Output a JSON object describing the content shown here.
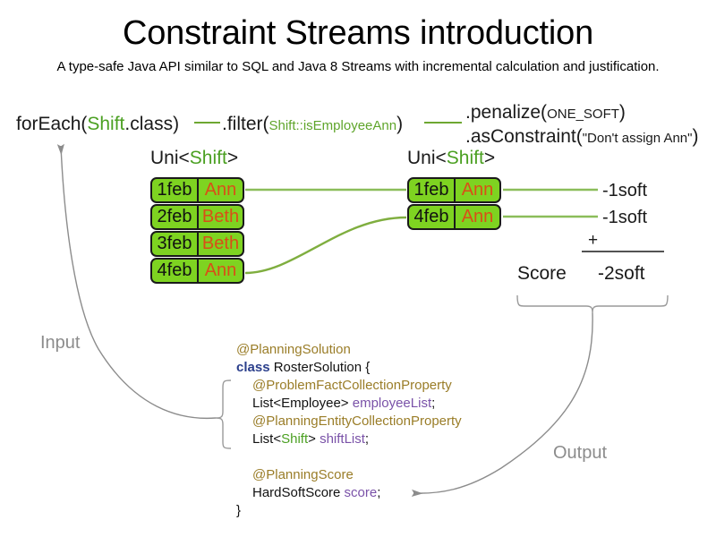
{
  "header": {
    "title": "Constraint Streams introduction",
    "subtitle": "A type-safe Java API similar to SQL and Java 8 Streams with incremental calculation and justification."
  },
  "api_chain": {
    "foreach": {
      "call": "forEach(",
      "type": "Shift",
      "suffix": ".class)"
    },
    "filter": {
      "call": ".filter(",
      "method_ref": "Shift::isEmployeeAnn",
      "suffix": ")"
    },
    "penalize": {
      "call": ".penalize(",
      "arg": "ONE_SOFT",
      "suffix": ")"
    },
    "as_constraint": {
      "call": ".asConstraint(",
      "arg": "\"Don't assign Ann\"",
      "suffix": ")"
    }
  },
  "streams": {
    "left": {
      "caption_prefix": "Uni<",
      "caption_type": "Shift",
      "caption_suffix": ">",
      "rows": [
        {
          "date": "1feb",
          "employee": "Ann"
        },
        {
          "date": "2feb",
          "employee": "Beth"
        },
        {
          "date": "3feb",
          "employee": "Beth"
        },
        {
          "date": "4feb",
          "employee": "Ann"
        }
      ]
    },
    "right": {
      "caption_prefix": "Uni<",
      "caption_type": "Shift",
      "caption_suffix": ">",
      "rows": [
        {
          "date": "1feb",
          "employee": "Ann",
          "penalty": "-1soft"
        },
        {
          "date": "4feb",
          "employee": "Ann",
          "penalty": "-1soft"
        }
      ]
    }
  },
  "score": {
    "plus": "+",
    "label": "Score",
    "total": "-2soft"
  },
  "flow_labels": {
    "input": "Input",
    "output": "Output"
  },
  "code": {
    "lines": [
      {
        "indent": 0,
        "parts": [
          {
            "t": "@PlanningSolution",
            "c": "ann"
          }
        ]
      },
      {
        "indent": 0,
        "parts": [
          {
            "t": "class ",
            "c": "kw"
          },
          {
            "t": "RosterSolution {",
            "c": ""
          }
        ]
      },
      {
        "indent": 1,
        "parts": [
          {
            "t": "@ProblemFactCollectionProperty",
            "c": "ann"
          }
        ]
      },
      {
        "indent": 1,
        "parts": [
          {
            "t": "List<Employee> ",
            "c": ""
          },
          {
            "t": "employeeList",
            "c": "fld"
          },
          {
            "t": ";",
            "c": ""
          }
        ]
      },
      {
        "indent": 1,
        "parts": [
          {
            "t": "@PlanningEntityCollectionProperty",
            "c": "ann"
          }
        ]
      },
      {
        "indent": 1,
        "parts": [
          {
            "t": "List<",
            "c": ""
          },
          {
            "t": "Shift",
            "c": "gr"
          },
          {
            "t": "> ",
            "c": ""
          },
          {
            "t": "shiftList",
            "c": "fld"
          },
          {
            "t": ";",
            "c": ""
          }
        ]
      },
      {
        "indent": 0,
        "parts": []
      },
      {
        "indent": 1,
        "parts": [
          {
            "t": "@PlanningScore",
            "c": "ann"
          }
        ]
      },
      {
        "indent": 1,
        "parts": [
          {
            "t": "HardSoftScore ",
            "c": ""
          },
          {
            "t": "score",
            "c": "fld"
          },
          {
            "t": ";",
            "c": ""
          }
        ]
      },
      {
        "indent": 0,
        "parts": [
          {
            "t": "}",
            "c": ""
          }
        ]
      }
    ]
  },
  "colors": {
    "shift_fill": "#7ed321",
    "shift_border": "#1a1a1a",
    "employee_text": "#d94f17",
    "stream_wire": "#8bbd5a",
    "api_wire": "#6ea832",
    "type_green": "#4ba022",
    "annotation_gold": "#9a7d28",
    "keyword_blue": "#2b3f8c",
    "field_purple": "#7a52a8",
    "flow_arrow": "#8c8c8c"
  }
}
